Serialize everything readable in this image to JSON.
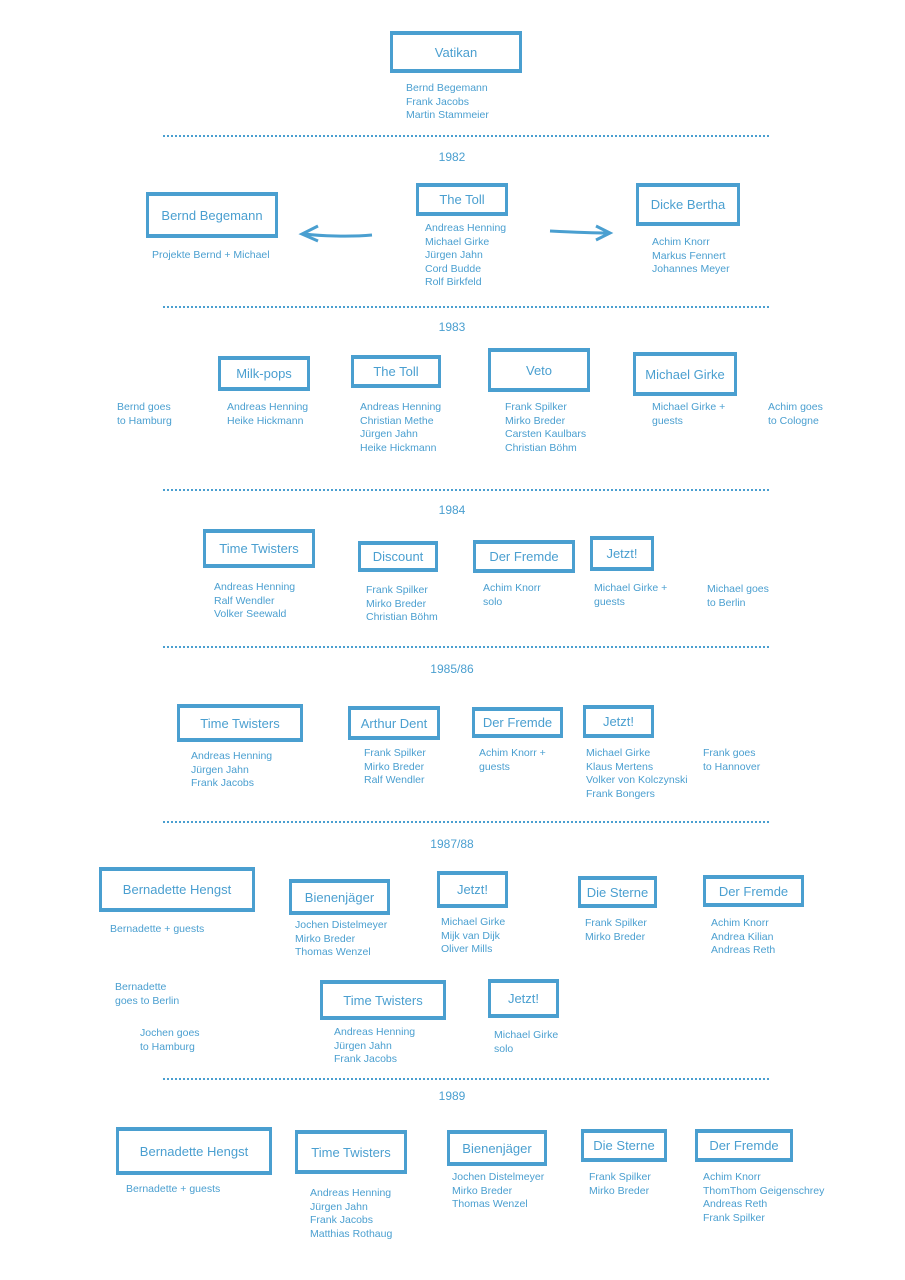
{
  "colors": {
    "accent": "#4a9fd0",
    "background": "#ffffff"
  },
  "root": {
    "name": "Vatikan",
    "members": [
      "Bernd Begemann",
      "Frank Jacobs",
      "Martin Stammeier"
    ]
  },
  "years": [
    "1982",
    "1983",
    "1984",
    "1985/86",
    "1987/88",
    "1989"
  ],
  "y1982": {
    "left": {
      "name": "Bernd Begemann",
      "members": [
        "Projekte Bernd + Michael"
      ]
    },
    "center": {
      "name": "The Toll",
      "members": [
        "Andreas Henning",
        "Michael Girke",
        "Jürgen Jahn",
        "Cord Budde",
        "Rolf Birkfeld"
      ]
    },
    "right": {
      "name": "Dicke Bertha",
      "members": [
        "Achim Knorr",
        "Markus Fennert",
        "Johannes Meyer"
      ]
    }
  },
  "y1983": {
    "bands": [
      {
        "name": "Milk-pops",
        "members": [
          "Andreas Henning",
          "Heike Hickmann"
        ]
      },
      {
        "name": "The Toll",
        "members": [
          "Andreas Henning",
          "Christian Methe",
          "Jürgen Jahn",
          "Heike Hickmann"
        ]
      },
      {
        "name": "Veto",
        "members": [
          "Frank Spilker",
          "Mirko Breder",
          "Carsten Kaulbars",
          "Christian Böhm"
        ]
      },
      {
        "name": "Michael Girke",
        "members": [
          "Michael Girke +",
          "guests"
        ]
      }
    ],
    "notes": [
      "Bernd goes\nto Hamburg",
      "Achim goes\nto Cologne"
    ]
  },
  "y1984": {
    "bands": [
      {
        "name": "Time Twisters",
        "members": [
          "Andreas Henning",
          "Ralf Wendler",
          "Volker Seewald"
        ]
      },
      {
        "name": "Discount",
        "members": [
          "Frank Spilker",
          "Mirko Breder",
          "Christian Böhm"
        ]
      },
      {
        "name": "Der Fremde",
        "members": [
          "Achim Knorr",
          "solo"
        ]
      },
      {
        "name": "Jetzt!",
        "members": [
          "Michael Girke +",
          "guests"
        ]
      }
    ],
    "notes": [
      "Michael goes\nto Berlin"
    ]
  },
  "y1985": {
    "bands": [
      {
        "name": "Time Twisters",
        "members": [
          "Andreas Henning",
          "Jürgen Jahn",
          "Frank Jacobs"
        ]
      },
      {
        "name": "Arthur Dent",
        "members": [
          "Frank Spilker",
          "Mirko Breder",
          "Ralf Wendler"
        ]
      },
      {
        "name": "Der Fremde",
        "members": [
          "Achim Knorr  +",
          "guests"
        ]
      },
      {
        "name": "Jetzt!",
        "members": [
          "Michael Girke",
          "Klaus Mertens",
          "Volker von Kolczynski",
          "Frank Bongers"
        ]
      }
    ],
    "notes": [
      "Frank goes\nto Hannover"
    ]
  },
  "y1987": {
    "bands": [
      {
        "name": "Bernadette Hengst",
        "members": [
          "Bernadette + guests"
        ]
      },
      {
        "name": "Bienenjäger",
        "members": [
          "Jochen Distelmeyer",
          "Mirko Breder",
          "Thomas Wenzel"
        ]
      },
      {
        "name": "Jetzt!",
        "members": [
          "Michael Girke",
          "Mijk van Dijk",
          "Oliver Mills"
        ]
      },
      {
        "name": "Die Sterne",
        "members": [
          "Frank Spilker",
          "Mirko Breder"
        ]
      },
      {
        "name": "Der Fremde",
        "members": [
          "Achim Knorr",
          "Andrea Kilian",
          "Andreas Reth"
        ]
      },
      {
        "name": "Time Twisters",
        "members": [
          "Andreas Henning",
          "Jürgen Jahn",
          "Frank Jacobs"
        ]
      },
      {
        "name": "Jetzt!",
        "members": [
          "Michael Girke",
          "solo"
        ]
      }
    ],
    "notes": [
      "Bernadette\ngoes to Berlin",
      "Jochen goes\nto Hamburg"
    ]
  },
  "y1989": {
    "bands": [
      {
        "name": "Bernadette Hengst",
        "members": [
          "Bernadette + guests"
        ]
      },
      {
        "name": "Time Twisters",
        "members": [
          "Andreas Henning",
          "Jürgen Jahn",
          "Frank Jacobs",
          "Matthias Rothaug"
        ]
      },
      {
        "name": "Bienenjäger",
        "members": [
          "Jochen Distelmeyer",
          "Mirko Breder",
          "Thomas Wenzel"
        ]
      },
      {
        "name": "Die Sterne",
        "members": [
          "Frank Spilker",
          "Mirko Breder"
        ]
      },
      {
        "name": "Der Fremde",
        "members": [
          "Achim Knorr",
          "ThomThom Geigenschrey",
          "Andreas Reth",
          "Frank Spilker"
        ]
      }
    ]
  }
}
